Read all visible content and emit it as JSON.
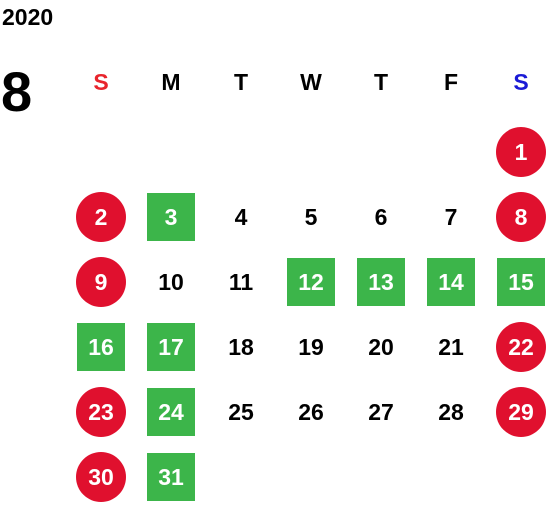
{
  "calendar": {
    "year": "2020",
    "month": "8",
    "weekdays": [
      {
        "label": "S",
        "color": "#e8242c"
      },
      {
        "label": "M",
        "color": "#000000"
      },
      {
        "label": "T",
        "color": "#000000"
      },
      {
        "label": "W",
        "color": "#000000"
      },
      {
        "label": "T",
        "color": "#000000"
      },
      {
        "label": "F",
        "color": "#000000"
      },
      {
        "label": "S",
        "color": "#1a1ad6"
      }
    ],
    "colors": {
      "holiday_circle": "#e0102e",
      "highlight_square": "#3cb54a"
    },
    "days": [
      {
        "label": "1",
        "col": 6,
        "row": 0,
        "style": "holiday"
      },
      {
        "label": "2",
        "col": 0,
        "row": 1,
        "style": "holiday"
      },
      {
        "label": "3",
        "col": 1,
        "row": 1,
        "style": "highlight"
      },
      {
        "label": "4",
        "col": 2,
        "row": 1,
        "style": "plain"
      },
      {
        "label": "5",
        "col": 3,
        "row": 1,
        "style": "plain"
      },
      {
        "label": "6",
        "col": 4,
        "row": 1,
        "style": "plain"
      },
      {
        "label": "7",
        "col": 5,
        "row": 1,
        "style": "plain"
      },
      {
        "label": "8",
        "col": 6,
        "row": 1,
        "style": "holiday"
      },
      {
        "label": "9",
        "col": 0,
        "row": 2,
        "style": "holiday"
      },
      {
        "label": "10",
        "col": 1,
        "row": 2,
        "style": "plain"
      },
      {
        "label": "11",
        "col": 2,
        "row": 2,
        "style": "plain"
      },
      {
        "label": "12",
        "col": 3,
        "row": 2,
        "style": "highlight"
      },
      {
        "label": "13",
        "col": 4,
        "row": 2,
        "style": "highlight"
      },
      {
        "label": "14",
        "col": 5,
        "row": 2,
        "style": "highlight"
      },
      {
        "label": "15",
        "col": 6,
        "row": 2,
        "style": "highlight"
      },
      {
        "label": "16",
        "col": 0,
        "row": 3,
        "style": "highlight"
      },
      {
        "label": "17",
        "col": 1,
        "row": 3,
        "style": "highlight"
      },
      {
        "label": "18",
        "col": 2,
        "row": 3,
        "style": "plain"
      },
      {
        "label": "19",
        "col": 3,
        "row": 3,
        "style": "plain"
      },
      {
        "label": "20",
        "col": 4,
        "row": 3,
        "style": "plain"
      },
      {
        "label": "21",
        "col": 5,
        "row": 3,
        "style": "plain"
      },
      {
        "label": "22",
        "col": 6,
        "row": 3,
        "style": "holiday"
      },
      {
        "label": "23",
        "col": 0,
        "row": 4,
        "style": "holiday"
      },
      {
        "label": "24",
        "col": 1,
        "row": 4,
        "style": "highlight"
      },
      {
        "label": "25",
        "col": 2,
        "row": 4,
        "style": "plain"
      },
      {
        "label": "26",
        "col": 3,
        "row": 4,
        "style": "plain"
      },
      {
        "label": "27",
        "col": 4,
        "row": 4,
        "style": "plain"
      },
      {
        "label": "28",
        "col": 5,
        "row": 4,
        "style": "plain"
      },
      {
        "label": "29",
        "col": 6,
        "row": 4,
        "style": "holiday"
      },
      {
        "label": "30",
        "col": 0,
        "row": 5,
        "style": "holiday"
      },
      {
        "label": "31",
        "col": 1,
        "row": 5,
        "style": "highlight"
      }
    ]
  }
}
